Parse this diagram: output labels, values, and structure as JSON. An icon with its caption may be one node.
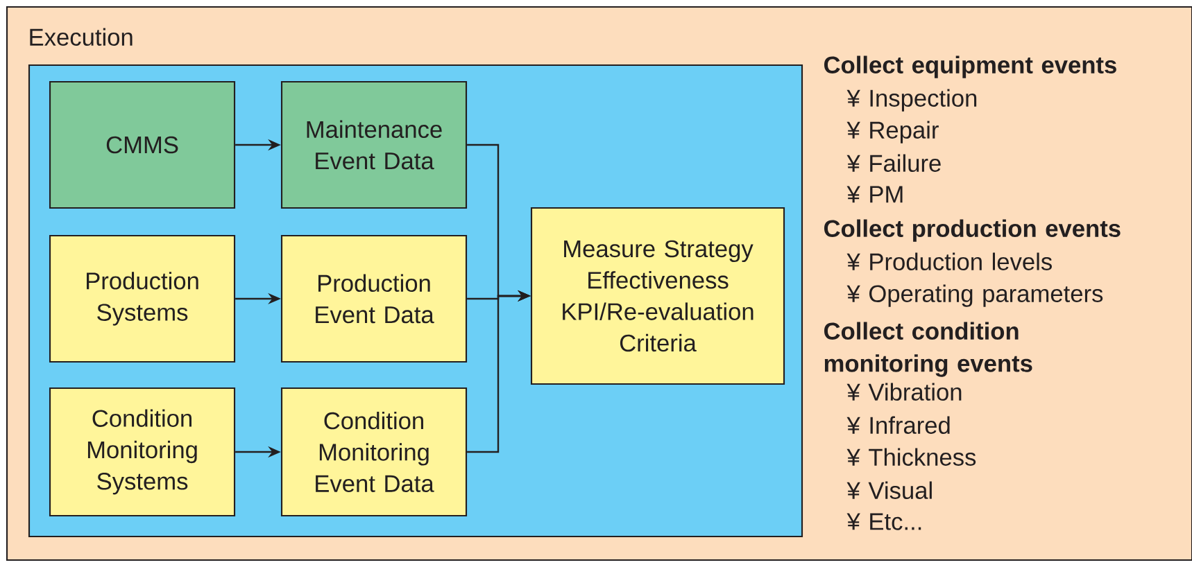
{
  "diagram": {
    "nodes": [
      {
        "text": [
          "Execution"
        ]
      },
      {
        "text": [],
        "shape": "box",
        "in": 0
      },
      {
        "text": [
          "CMMS"
        ],
        "in": 1
      },
      {
        "text": [
          "Maintenance Event Data"
        ],
        "in": 1
      },
      {
        "text": [
          "Production Systems"
        ],
        "in": 1
      },
      {
        "text": [
          "Production Event Data"
        ],
        "in": 1
      },
      {
        "text": [
          "Condition Monitoring Systems"
        ],
        "in": 1
      },
      {
        "text": [
          "Condition Monitoring Event Data"
        ],
        "in": 1
      },
      {
        "text": [
          "Measure Strategy Effectiveness KPI/Re-evaluation Criteria"
        ],
        "in": 1
      }
    ],
    "edges": [
      {
        "from": 2,
        "to": 3,
        "arrow": "to"
      },
      {
        "from": 4,
        "to": 5,
        "arrow": "to"
      },
      {
        "from": 6,
        "to": 7,
        "arrow": "to"
      },
      {
        "from": 3,
        "to": 8,
        "arrow": "to"
      },
      {
        "from": 5,
        "to": 8,
        "arrow": "to"
      },
      {
        "from": 7,
        "to": 8,
        "arrow": "to"
      }
    ],
    "labels": [
      "Collect equipment events",
      "¥ Inspection",
      "¥ Repair",
      "¥ Failure",
      "¥ PM",
      "Collect production events",
      "¥ Production levels",
      "¥ Operating parameters",
      "Collect condition monitoring events",
      "¥ Vibration",
      "¥ Infrared",
      "¥ Thickness",
      "¥ Visual",
      "¥ Etc..."
    ]
  }
}
